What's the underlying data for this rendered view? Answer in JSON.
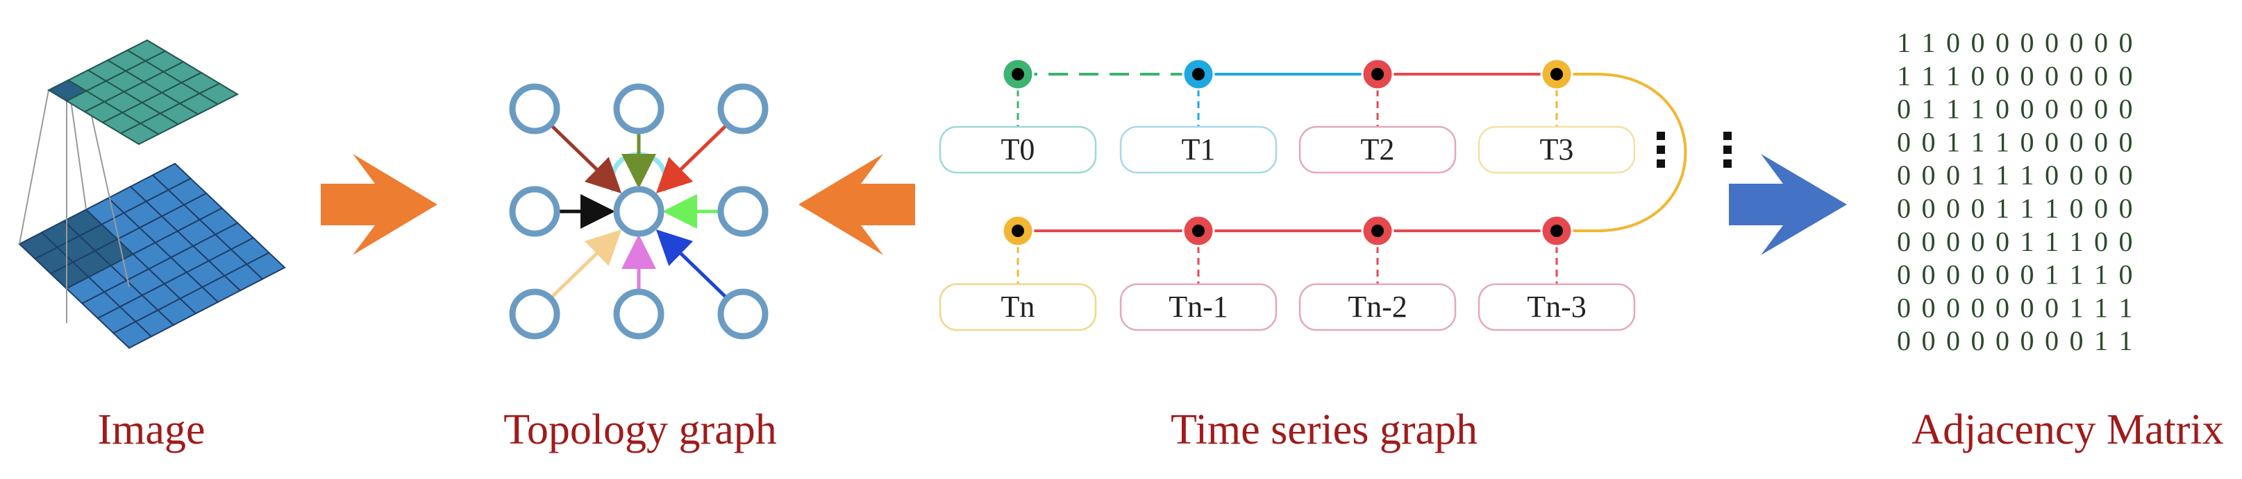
{
  "captions": {
    "image": "Image",
    "topology": "Topology graph",
    "time_series": "Time series graph",
    "adjacency": "Adjacency Matrix"
  },
  "time_series": {
    "top_labels": [
      "T0",
      "T1",
      "T2",
      "T3"
    ],
    "bottom_labels": [
      "Tn",
      "Tn-1",
      "Tn-2",
      "Tn-3"
    ],
    "top_colors": [
      "#3cb371",
      "#1ea7e1",
      "#e5484d",
      "#f2b632"
    ],
    "bottom_colors": [
      "#f2b632",
      "#e5484d",
      "#e5484d",
      "#e5484d"
    ],
    "box_colors_top": [
      "#9fd8d8",
      "#a8d8ec",
      "#e6a8b8",
      "#f3e0a6"
    ],
    "box_colors_bottom": [
      "#f3d58a",
      "#e3a8bf",
      "#e3a8bf",
      "#e3a8bf"
    ]
  },
  "topology": {
    "node_color": "#6a9bc3",
    "edge_colors": [
      "#9b3a2a",
      "#6e8f2e",
      "#e0402a",
      "#111111",
      "#6ef05a",
      "#f5cf8f",
      "#e07be0",
      "#1f44d6"
    ],
    "self_loop_color": "#8fe6f0"
  },
  "arrows": {
    "orange": "#ed7d31",
    "blue": "#4472c4"
  },
  "adjacency_matrix": [
    [
      1,
      1,
      0,
      0,
      0,
      0,
      0,
      0,
      0,
      0
    ],
    [
      1,
      1,
      1,
      0,
      0,
      0,
      0,
      0,
      0,
      0
    ],
    [
      0,
      1,
      1,
      1,
      0,
      0,
      0,
      0,
      0,
      0
    ],
    [
      0,
      0,
      1,
      1,
      1,
      0,
      0,
      0,
      0,
      0
    ],
    [
      0,
      0,
      0,
      1,
      1,
      1,
      0,
      0,
      0,
      0
    ],
    [
      0,
      0,
      0,
      0,
      1,
      1,
      1,
      0,
      0,
      0
    ],
    [
      0,
      0,
      0,
      0,
      0,
      1,
      1,
      1,
      0,
      0
    ],
    [
      0,
      0,
      0,
      0,
      0,
      0,
      1,
      1,
      1,
      0
    ],
    [
      0,
      0,
      0,
      0,
      0,
      0,
      0,
      1,
      1,
      1
    ],
    [
      0,
      0,
      0,
      0,
      0,
      0,
      0,
      0,
      1,
      1
    ]
  ]
}
